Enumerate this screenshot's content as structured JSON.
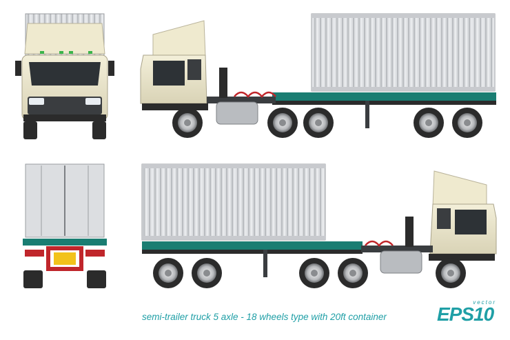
{
  "caption": "semi-trailer truck 5 axle - 18 wheels type with 20ft container",
  "badge": {
    "small": "vector",
    "large": "EPS10"
  },
  "colors": {
    "cab": "#e9e4cc",
    "container": "#d7d9dc",
    "chassis": "#1a7d72",
    "tire": "#2b2b2b",
    "accent": "#1f9fa6",
    "red_hose": "#c0262b"
  },
  "views": [
    "truck-front-view",
    "truck-side-view-right",
    "truck-rear-view",
    "truck-side-view-left"
  ]
}
